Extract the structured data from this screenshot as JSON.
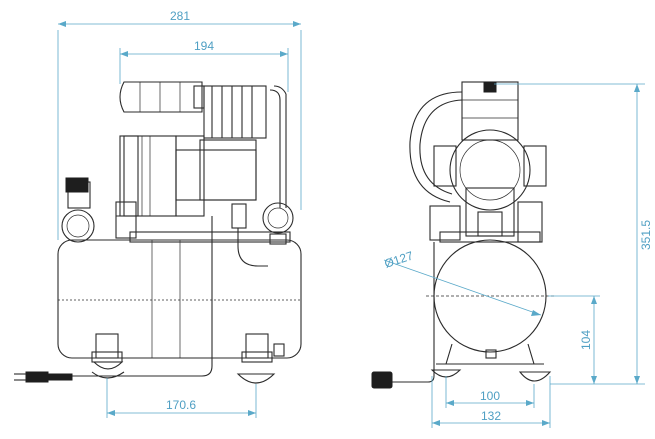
{
  "dimensions": {
    "overall_width": "281",
    "compressor_width": "194",
    "foot_spacing_side": "170.6",
    "tank_diameter": "Ø127",
    "overall_height": "351.5",
    "tank_axis_height": "104",
    "foot_spacing_front": "100",
    "base_width": "132"
  },
  "colors": {
    "dimension_line": "#5aa9c9",
    "outline": "#2b2b2b"
  }
}
